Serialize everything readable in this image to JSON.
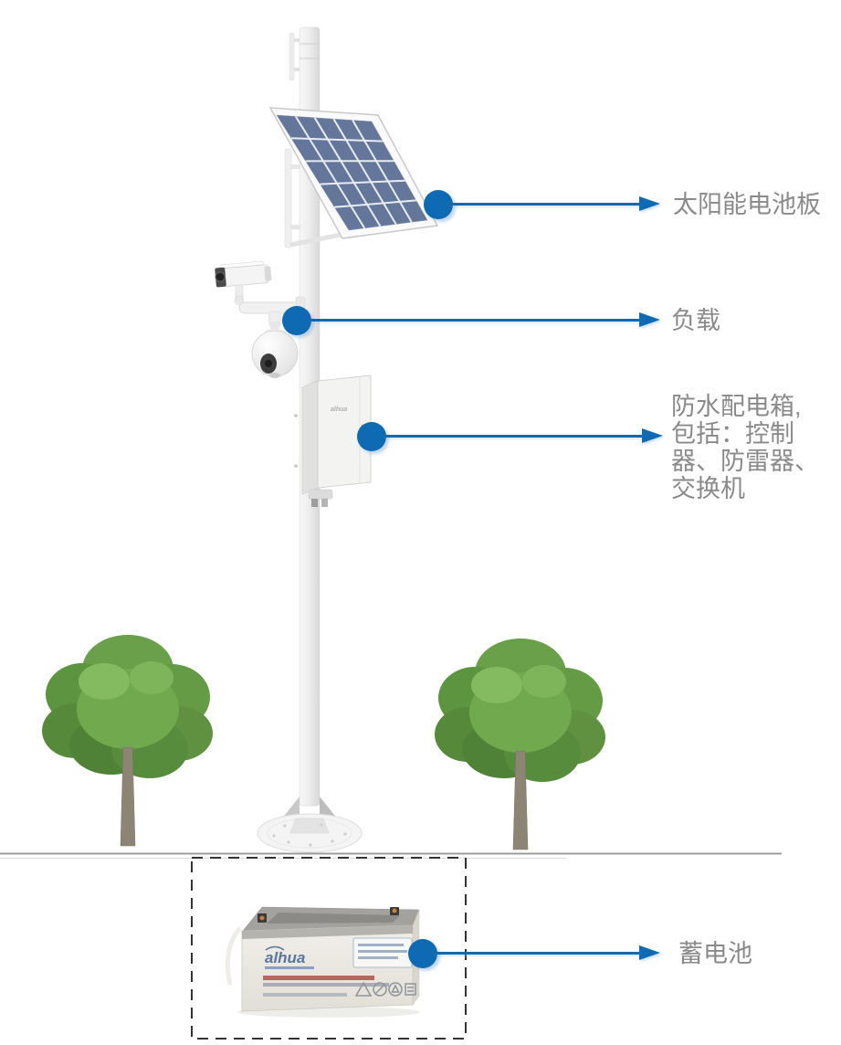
{
  "colors": {
    "accent": "#0e6bb3",
    "label_text": "#8a8a8a"
  },
  "callouts": {
    "solar_panel": {
      "label": "太阳能电池板"
    },
    "load": {
      "label": "负载"
    },
    "distribution_box": {
      "lines": [
        "防水配电箱,",
        "包括：控制",
        "器、防雷器、",
        "交换机"
      ]
    },
    "battery": {
      "label": "蓄电池"
    }
  },
  "equipment": {
    "distribution_box_brand": "alhua",
    "battery_brand": "alhua"
  }
}
